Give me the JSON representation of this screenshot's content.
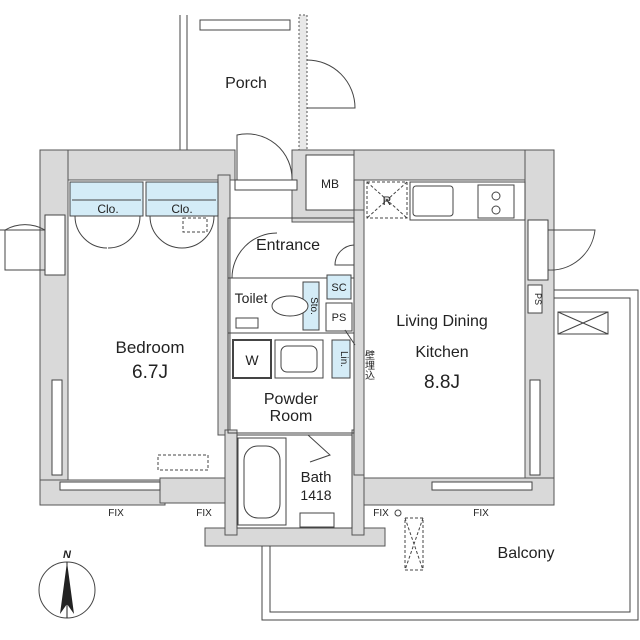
{
  "rooms": {
    "porch": "Porch",
    "entrance": "Entrance",
    "toilet": "Toilet",
    "bedroom": "Bedroom",
    "bedroom_size": "6.7J",
    "ldk_line1": "Living Dining",
    "ldk_line2": "Kitchen",
    "ldk_size": "8.8J",
    "powder_line1": "Powder",
    "powder_line2": "Room",
    "bath": "Bath",
    "bath_size": "1418",
    "balcony": "Balcony"
  },
  "fixtures": {
    "closet_1": "Clo.",
    "closet_2": "Clo.",
    "meter_box": "MB",
    "refrigerator": "R",
    "shoe_closet": "SC",
    "pipe_space_1": "PS",
    "pipe_space_2": "PS",
    "storage": "Sto.",
    "linen": "Lin.",
    "washer": "W",
    "wall_embedded": "壁埋込"
  },
  "windows": {
    "fix_1": "FIX",
    "fix_2": "FIX",
    "fix_3": "FIX",
    "fix_4": "FIX"
  },
  "compass": {
    "north": "N"
  },
  "colors": {
    "wall_fill": "#d9d9d9",
    "line": "#444444",
    "storage_blue": "#d4ecf7"
  }
}
